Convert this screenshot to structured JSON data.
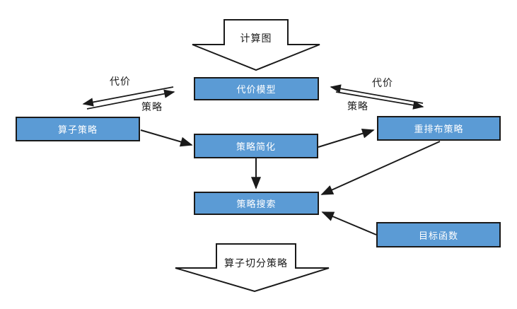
{
  "diagram": {
    "type": "flowchart",
    "colors": {
      "box_fill": "#5B9BD5",
      "box_border": "#1a1a1a",
      "box_text": "#ffffff",
      "line_color": "#1a1a1a",
      "block_arrow_fill": "#ffffff",
      "background": "#ffffff"
    },
    "nodes": {
      "input_arrow": {
        "label": "计算图"
      },
      "cost_model": {
        "label": "代价模型"
      },
      "operator_strategy": {
        "label": "算子策略"
      },
      "strategy_simplify": {
        "label": "策略简化"
      },
      "relayout_strategy": {
        "label": "重排布策略"
      },
      "strategy_search": {
        "label": "策略搜索"
      },
      "objective_function": {
        "label": "目标函数"
      },
      "output_arrow": {
        "label": "算子切分策略"
      }
    },
    "edge_labels": {
      "left_cost": "代价",
      "left_strategy": "策略",
      "right_cost": "代价",
      "right_strategy": "策略"
    }
  }
}
